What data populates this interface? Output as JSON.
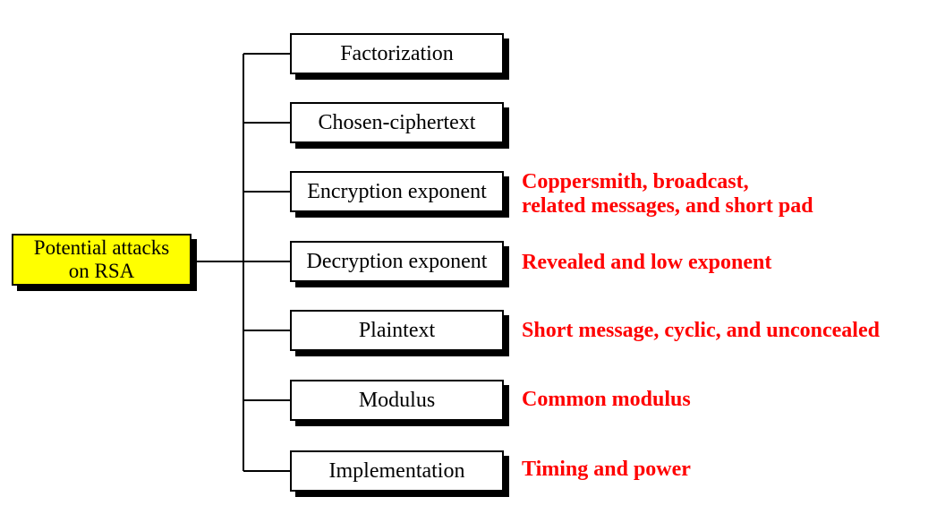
{
  "root": {
    "line1": "Potential attacks",
    "line2": "on RSA"
  },
  "attacks": [
    {
      "label": "Factorization"
    },
    {
      "label": "Chosen-ciphertext"
    },
    {
      "label": "Encryption exponent",
      "note_lines": [
        "Coppersmith, broadcast,",
        "related messages, and short pad"
      ]
    },
    {
      "label": "Decryption exponent",
      "note_lines": [
        "Revealed and low exponent"
      ]
    },
    {
      "label": "Plaintext",
      "note_lines": [
        "Short message, cyclic, and unconcealed"
      ]
    },
    {
      "label": "Modulus",
      "note_lines": [
        "Common modulus"
      ]
    },
    {
      "label": "Implementation",
      "note_lines": [
        "Timing and power"
      ]
    }
  ],
  "colors": {
    "root_fill": "#ffff00",
    "note_text": "#ff0000",
    "line": "#000000"
  }
}
